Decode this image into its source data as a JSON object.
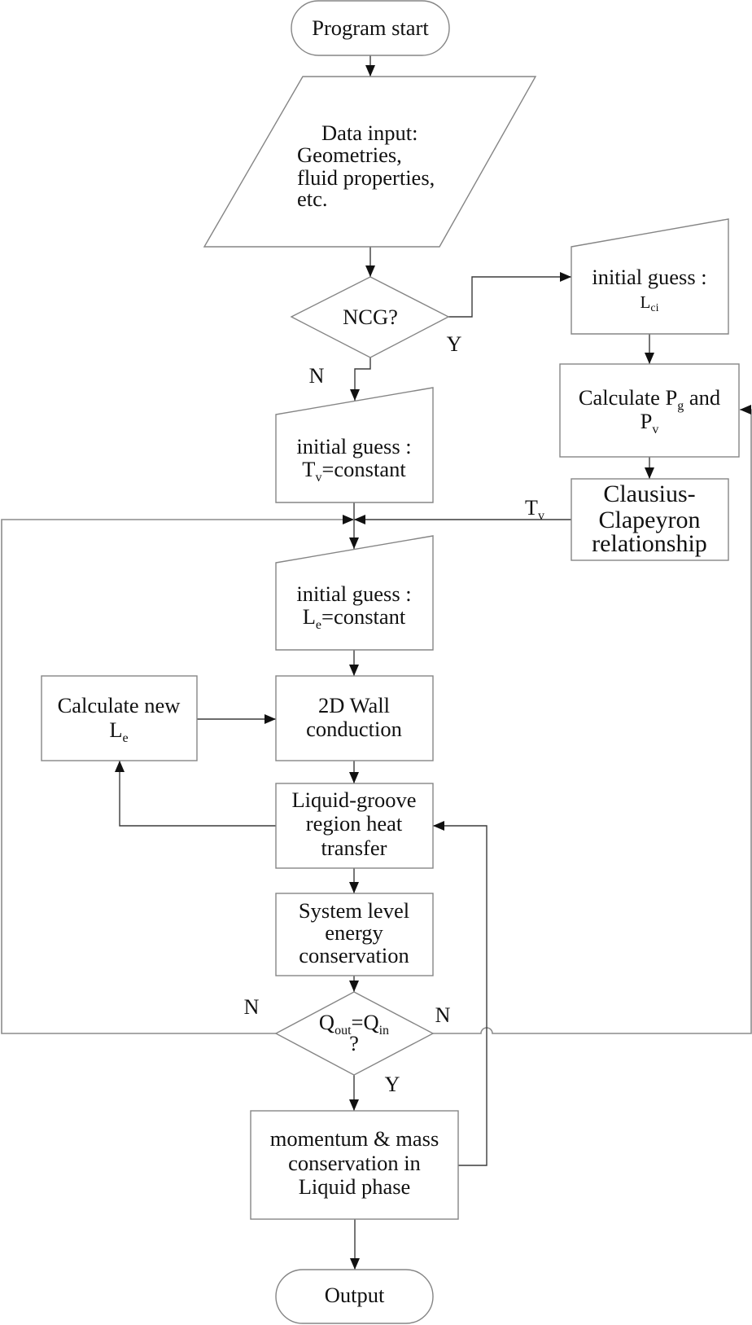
{
  "nodes": {
    "start": {
      "label": "Program start"
    },
    "data_input": {
      "lines": [
        "Data input:",
        "Geometries,",
        "fluid properties,",
        "etc."
      ]
    },
    "ncg_decision": {
      "label": "NCG?"
    },
    "guess_lci": {
      "line1": "initial guess :",
      "line2": {
        "base": "L",
        "sub": "ci"
      }
    },
    "calc_pg_pv": {
      "line1": {
        "pre": "Calculate ",
        "base": "P",
        "sub": "g",
        "post": " and"
      },
      "line2": {
        "base": "P",
        "sub": "v"
      }
    },
    "clausius": {
      "lines": [
        "Clausius-",
        "Clapeyron",
        "relationship"
      ]
    },
    "guess_tv": {
      "line1": "initial guess :",
      "line2": {
        "base": "T",
        "sub": "v",
        "post": "=constant"
      }
    },
    "guess_le": {
      "line1": "initial guess :",
      "line2": {
        "base": "L",
        "sub": "e",
        "post": "=constant"
      }
    },
    "calc_new_le": {
      "line1": "Calculate new",
      "line2": {
        "base": "L",
        "sub": "e"
      }
    },
    "wall_conduction": {
      "lines": [
        "2D Wall",
        "conduction"
      ]
    },
    "liquid_groove": {
      "lines": [
        "Liquid-groove",
        "region heat",
        "transfer"
      ]
    },
    "energy_conservation": {
      "lines": [
        "System level",
        "energy",
        "conservation"
      ]
    },
    "q_decision": {
      "line1": {
        "base": "Q",
        "sub": "out",
        "mid": "=Q",
        "sub2": "in"
      },
      "line2": "?"
    },
    "momentum_mass": {
      "lines": [
        "momentum & mass",
        "conservation in",
        "Liquid phase"
      ]
    },
    "output": {
      "label": "Output"
    }
  },
  "edge_labels": {
    "ncg_yes": "Y",
    "ncg_no": "N",
    "tv_feedback": {
      "base": "T",
      "sub": "v"
    },
    "q_no_left": "N",
    "q_no_right": "N",
    "q_yes": "Y"
  },
  "edges": [
    {
      "from": "start",
      "to": "data_input"
    },
    {
      "from": "data_input",
      "to": "ncg_decision"
    },
    {
      "from": "ncg_decision",
      "to": "guess_lci",
      "label": "Y"
    },
    {
      "from": "ncg_decision",
      "to": "guess_tv",
      "label": "N"
    },
    {
      "from": "guess_lci",
      "to": "calc_pg_pv"
    },
    {
      "from": "calc_pg_pv",
      "to": "clausius"
    },
    {
      "from": "clausius",
      "to": "guess_le",
      "label": "Tv"
    },
    {
      "from": "guess_tv",
      "to": "guess_le"
    },
    {
      "from": "guess_le",
      "to": "wall_conduction"
    },
    {
      "from": "calc_new_le",
      "to": "wall_conduction"
    },
    {
      "from": "wall_conduction",
      "to": "liquid_groove"
    },
    {
      "from": "liquid_groove",
      "to": "calc_new_le"
    },
    {
      "from": "liquid_groove",
      "to": "energy_conservation"
    },
    {
      "from": "energy_conservation",
      "to": "q_decision"
    },
    {
      "from": "q_decision",
      "to": "guess_le",
      "label": "N"
    },
    {
      "from": "q_decision",
      "to": "calc_pg_pv",
      "label": "N"
    },
    {
      "from": "q_decision",
      "to": "momentum_mass",
      "label": "Y"
    },
    {
      "from": "momentum_mass",
      "to": "liquid_groove"
    },
    {
      "from": "momentum_mass",
      "to": "output"
    }
  ]
}
